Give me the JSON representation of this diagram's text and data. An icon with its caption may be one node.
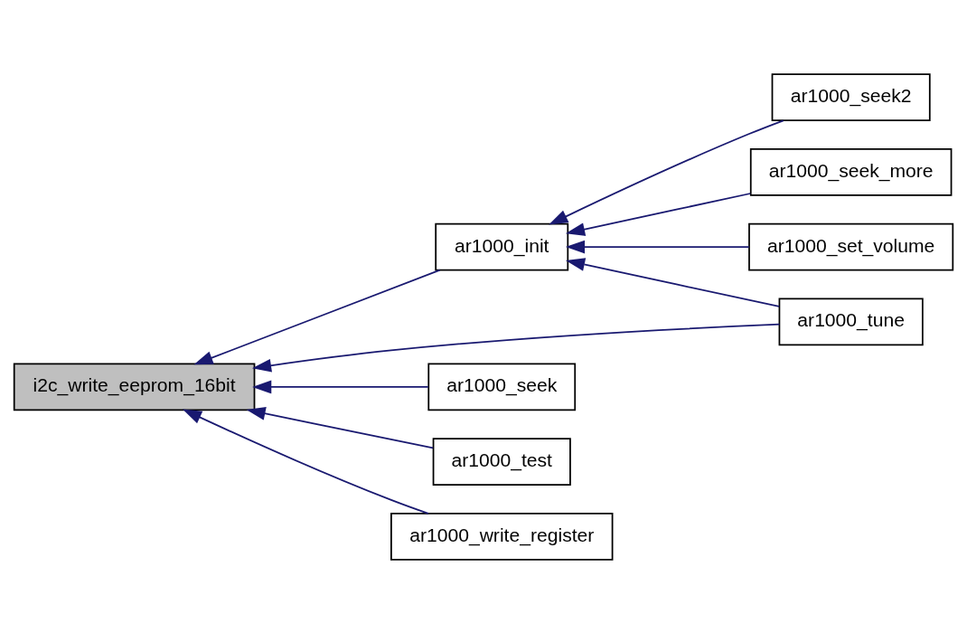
{
  "diagram": {
    "nodes": [
      {
        "text": [
          "i2c_write_eeprom_16bit"
        ]
      },
      {
        "text": [
          "ar1000_init"
        ]
      },
      {
        "text": [
          "ar1000_seek2"
        ]
      },
      {
        "text": [
          "ar1000_seek_more"
        ]
      },
      {
        "text": [
          "ar1000_set_volume"
        ]
      },
      {
        "text": [
          "ar1000_tune"
        ]
      },
      {
        "text": [
          "ar1000_seek"
        ]
      },
      {
        "text": [
          "ar1000_test"
        ]
      },
      {
        "text": [
          "ar1000_write_register"
        ]
      }
    ],
    "edges": [
      {
        "from": 1,
        "to": 0,
        "arrow": "to"
      },
      {
        "from": 5,
        "to": 0,
        "arrow": "to"
      },
      {
        "from": 6,
        "to": 0,
        "arrow": "to"
      },
      {
        "from": 7,
        "to": 0,
        "arrow": "to"
      },
      {
        "from": 8,
        "to": 0,
        "arrow": "to"
      },
      {
        "from": 2,
        "to": 1,
        "arrow": "to"
      },
      {
        "from": 3,
        "to": 1,
        "arrow": "to"
      },
      {
        "from": 4,
        "to": 1,
        "arrow": "to"
      },
      {
        "from": 5,
        "to": 1,
        "arrow": "to"
      }
    ]
  }
}
